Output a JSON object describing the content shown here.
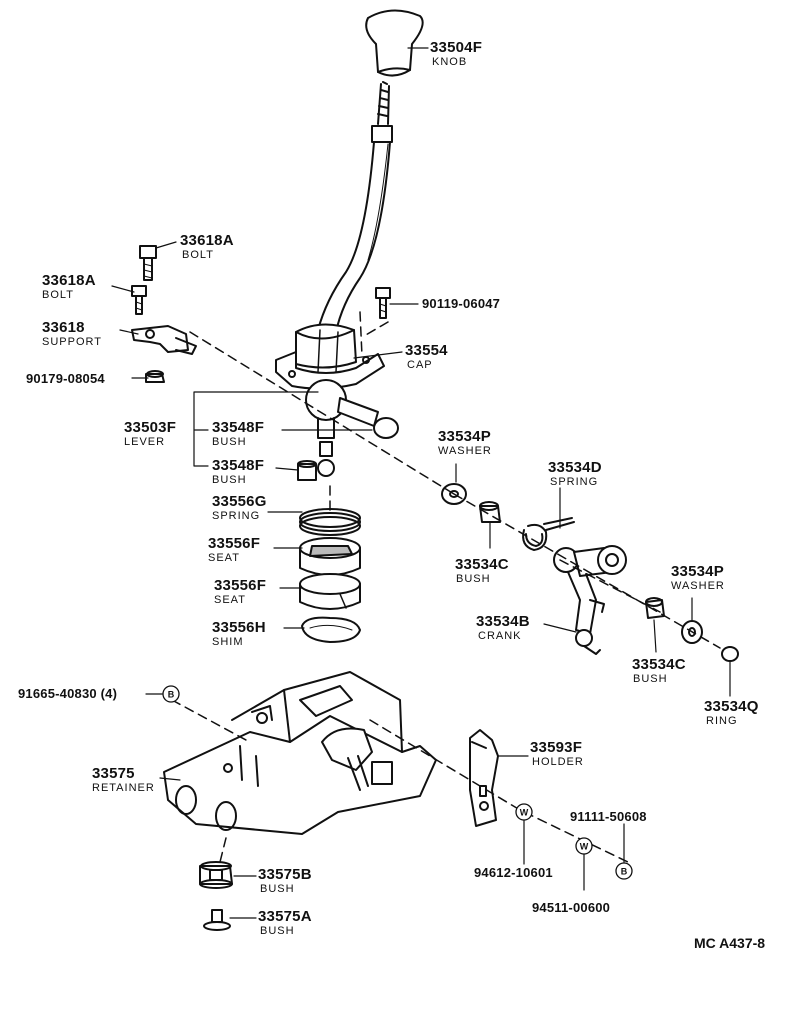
{
  "diagram": {
    "reference": "MC A437-8",
    "callout_symbols": {
      "bolt": "B",
      "washer": "W"
    },
    "parts": [
      {
        "key": "knob",
        "number": "33504F",
        "name": "KNOB"
      },
      {
        "key": "bolt_top",
        "number": "33618A",
        "name": "BOLT"
      },
      {
        "key": "bolt_side",
        "number": "33618A",
        "name": "BOLT"
      },
      {
        "key": "cap_bolt",
        "number": "90119-06047",
        "name": ""
      },
      {
        "key": "support",
        "number": "33618",
        "name": "SUPPORT"
      },
      {
        "key": "cap",
        "number": "33554",
        "name": "CAP"
      },
      {
        "key": "support_nut",
        "number": "90179-08054",
        "name": ""
      },
      {
        "key": "lever",
        "number": "33503F",
        "name": "LEVER"
      },
      {
        "key": "bush_upper",
        "number": "33548F",
        "name": "BUSH"
      },
      {
        "key": "bush_lower",
        "number": "33548F",
        "name": "BUSH"
      },
      {
        "key": "washer_left",
        "number": "33534P",
        "name": "WASHER"
      },
      {
        "key": "spring_crank",
        "number": "33534D",
        "name": "SPRING"
      },
      {
        "key": "spring_seat",
        "number": "33556G",
        "name": "SPRING"
      },
      {
        "key": "seat_upper",
        "number": "33556F",
        "name": "SEAT"
      },
      {
        "key": "seat_lower",
        "number": "33556F",
        "name": "SEAT"
      },
      {
        "key": "shim",
        "number": "33556H",
        "name": "SHIM"
      },
      {
        "key": "bush_crank_left",
        "number": "33534C",
        "name": "BUSH"
      },
      {
        "key": "washer_right",
        "number": "33534P",
        "name": "WASHER"
      },
      {
        "key": "crank",
        "number": "33534B",
        "name": "CRANK"
      },
      {
        "key": "bush_crank_right",
        "number": "33534C",
        "name": "BUSH"
      },
      {
        "key": "ring",
        "number": "33534Q",
        "name": "RING"
      },
      {
        "key": "retainer_bolt",
        "number": "91665-40830 (4)",
        "name": ""
      },
      {
        "key": "retainer",
        "number": "33575",
        "name": "RETAINER"
      },
      {
        "key": "holder",
        "number": "33593F",
        "name": "HOLDER"
      },
      {
        "key": "holder_bolt",
        "number": "91111-50608",
        "name": ""
      },
      {
        "key": "holder_washer_a",
        "number": "94612-10601",
        "name": ""
      },
      {
        "key": "holder_washer_b",
        "number": "94511-00600",
        "name": ""
      },
      {
        "key": "bush_b",
        "number": "33575B",
        "name": "BUSH"
      },
      {
        "key": "bush_a",
        "number": "33575A",
        "name": "BUSH"
      }
    ]
  }
}
